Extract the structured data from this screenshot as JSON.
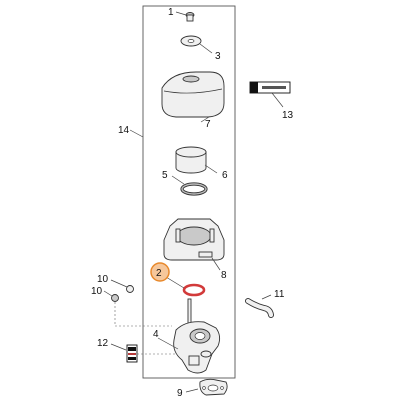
{
  "diagram": {
    "labels": {
      "l1": "1",
      "l2": "2",
      "l3": "3",
      "l4": "4",
      "l5": "5",
      "l6": "6",
      "l7": "7",
      "l8": "8",
      "l9": "9",
      "l10a": "10",
      "l10b": "10",
      "l11": "11",
      "l12": "12",
      "l13": "13",
      "l14": "14"
    },
    "colors": {
      "highlight_ring": "#e8892c",
      "highlight_fill": "#f6c79b",
      "oring": "#d23a3a",
      "outline": "#333333"
    }
  }
}
